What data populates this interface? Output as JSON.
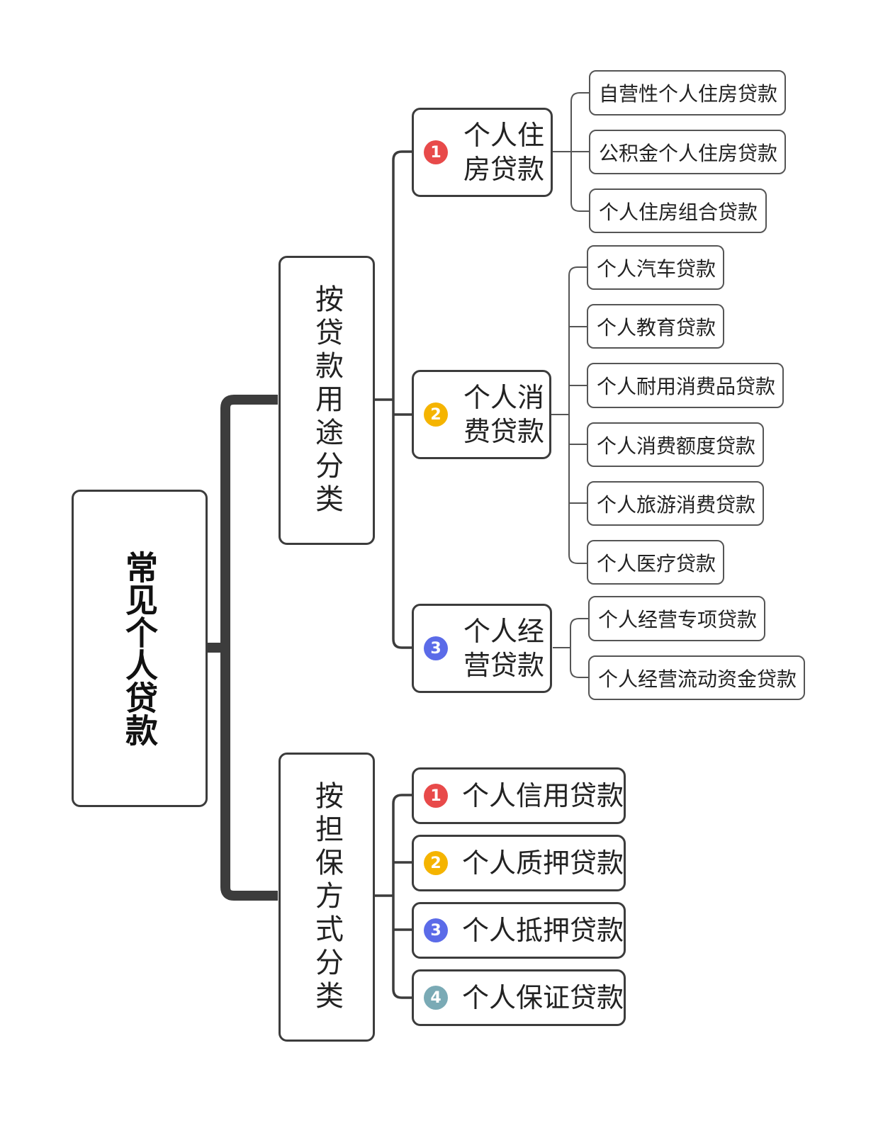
{
  "root": {
    "label": "常见个人贷款"
  },
  "categories": [
    {
      "label": "按贷款用途分类",
      "items": [
        {
          "number": "1",
          "color": "#e84a4a",
          "label": "个人住房贷款",
          "children": [
            "自营性个人住房贷款",
            "公积金个人住房贷款",
            "个人住房组合贷款"
          ]
        },
        {
          "number": "2",
          "color": "#f5b400",
          "label": "个人消费贷款",
          "children": [
            "个人汽车贷款",
            "个人教育贷款",
            "个人耐用消费品贷款",
            "个人消费额度贷款",
            "个人旅游消费贷款",
            "个人医疗贷款"
          ]
        },
        {
          "number": "3",
          "color": "#5b6be8",
          "label": "个人经营贷款",
          "children": [
            "个人经营专项贷款",
            "个人经营流动资金贷款"
          ]
        }
      ]
    },
    {
      "label": "按担保方式分类",
      "items": [
        {
          "number": "1",
          "color": "#e84a4a",
          "label": "个人信用贷款"
        },
        {
          "number": "2",
          "color": "#f5b400",
          "label": "个人质押贷款"
        },
        {
          "number": "3",
          "color": "#5b6be8",
          "label": "个人抵押贷款"
        },
        {
          "number": "4",
          "color": "#7aaab5",
          "label": "个人保证贷款"
        }
      ]
    }
  ]
}
